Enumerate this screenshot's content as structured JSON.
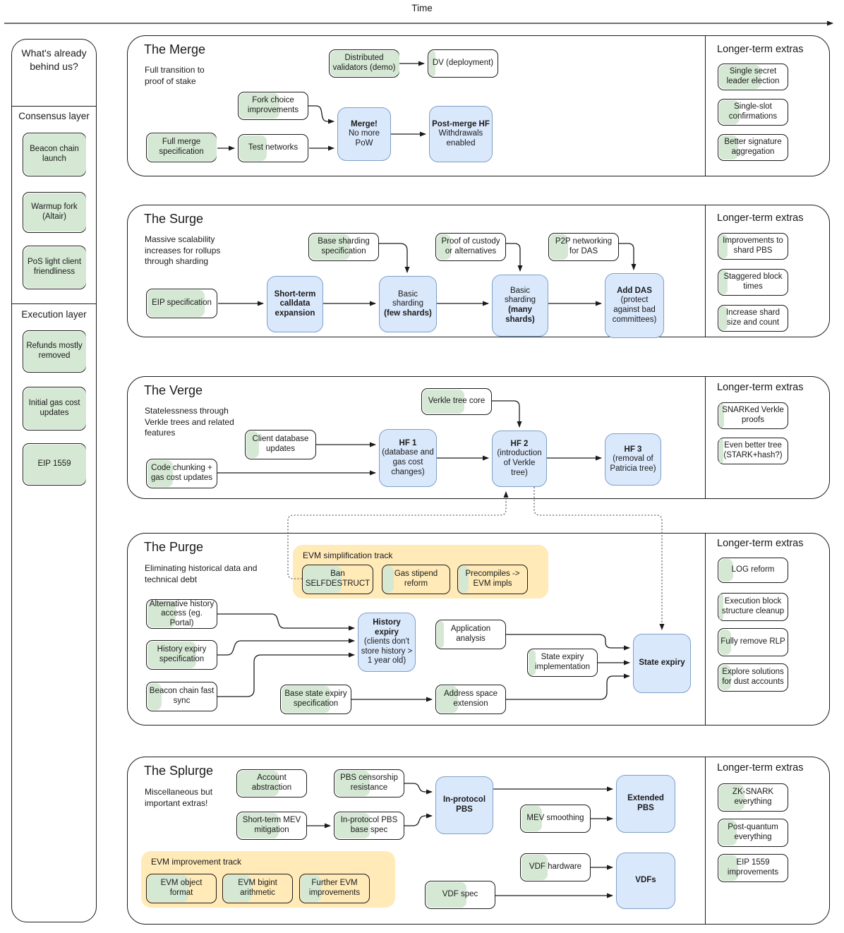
{
  "time_label": "Time",
  "colors": {
    "done_green": "#d5e8d4",
    "milestone_blue": "#dae8fc",
    "track_yellow": "#ffeab8"
  },
  "sidebar": {
    "title": "What's already behind us?",
    "groups": [
      {
        "label": "Consensus layer",
        "items": [
          {
            "label": "Beacon chain launch",
            "progress": "100%"
          },
          {
            "label": "Warmup fork (Altair)",
            "progress": "100%"
          },
          {
            "label": "PoS light client friendliness",
            "progress": "100%"
          }
        ]
      },
      {
        "label": "Execution layer",
        "items": [
          {
            "label": "Refunds mostly removed",
            "progress": "100%"
          },
          {
            "label": "Initial gas cost updates",
            "progress": "100%"
          },
          {
            "label": "EIP 1559",
            "progress": "100%"
          }
        ]
      }
    ]
  },
  "sections": {
    "merge": {
      "title": "The Merge",
      "description": "Full transition to proof of stake",
      "extras_title": "Longer-term extras",
      "nodes": {
        "distributed_validators": {
          "label": "Distributed validators (demo)",
          "progress": "100%"
        },
        "dv_deployment": {
          "label": "DV (deployment)",
          "progress": "9%"
        },
        "fork_choice": {
          "label": "Fork choice improvements",
          "progress": "58%"
        },
        "full_merge_spec": {
          "label": "Full merge specification",
          "progress": "100%"
        },
        "test_networks": {
          "label": "Test networks",
          "progress": "40%"
        },
        "merge_milestone": {
          "t1": "Merge!",
          "t2": "No more PoW"
        },
        "post_merge_hf": {
          "t1": "Post-merge HF",
          "t2": "Withdrawals enabled"
        }
      },
      "extras": [
        {
          "label": "Single secret leader election",
          "progress": "60%"
        },
        {
          "label": "Single-slot confirmations",
          "progress": "30%"
        },
        {
          "label": "Better signature aggregation",
          "progress": "28%"
        }
      ]
    },
    "surge": {
      "title": "The Surge",
      "description": "Massive scalability increases for rollups through sharding",
      "extras_title": "Longer-term extras",
      "nodes": {
        "eip_spec": {
          "label": "EIP specification",
          "progress": "82%"
        },
        "calldata": {
          "t1": "Short-term calldata expansion"
        },
        "base_sharding_spec": {
          "label": "Base sharding specification",
          "progress": "58%"
        },
        "basic_few": {
          "t2": "Basic sharding",
          "t3": "(few shards)"
        },
        "proof_custody": {
          "label": "Proof of custody or alternatives",
          "progress": "20%"
        },
        "basic_many": {
          "t2": "Basic sharding",
          "t3": "(many shards)"
        },
        "p2p_das": {
          "label": "P2P networking for DAS",
          "progress": "27%"
        },
        "add_das": {
          "t1": "Add DAS",
          "t2": "(protect against bad committees)"
        }
      },
      "extras": [
        {
          "label": "Improvements to shard PBS",
          "progress": "12%"
        },
        {
          "label": "Staggered block times",
          "progress": "12%"
        },
        {
          "label": "Increase shard size and count",
          "progress": "12%"
        }
      ]
    },
    "verge": {
      "title": "The Verge",
      "description": "Statelessness through Verkle trees and related features",
      "extras_title": "Longer-term extras",
      "nodes": {
        "verkle_core": {
          "label": "Verkle tree core",
          "progress": "60%"
        },
        "client_db": {
          "label": "Client database updates",
          "progress": "18%"
        },
        "code_chunking": {
          "label": "Code chunking + gas cost updates",
          "progress": "36%"
        },
        "hf1": {
          "t1": "HF 1",
          "t2": "(database and gas cost changes)"
        },
        "hf2": {
          "t1": "HF 2",
          "t2": "(introduction of Verkle tree)"
        },
        "hf3": {
          "t1": "HF 3",
          "t2": "(removal of Patricia tree)"
        }
      },
      "extras": [
        {
          "label": "SNARKed Verkle proofs",
          "progress": "7%"
        },
        {
          "label": "Even better tree (STARK+hash?)",
          "progress": "6%"
        }
      ]
    },
    "purge": {
      "title": "The Purge",
      "description": "Eliminating historical data and technical debt",
      "extras_title": "Longer-term extras",
      "track_label": "EVM simplification track",
      "nodes": {
        "ban_selfdestruct": {
          "label": "Ban SELFDESTRUCT",
          "progress": "55%"
        },
        "gas_stipend": {
          "label": "Gas stipend reform",
          "progress": "16%"
        },
        "precompiles": {
          "label": "Precompiles -> EVM impls",
          "progress": "14%"
        },
        "alt_history": {
          "label": "Alternative history access (eg. Portal)",
          "progress": "40%"
        },
        "history_expiry_spec": {
          "label": "History expiry specification",
          "progress": "70%"
        },
        "beacon_fast_sync": {
          "label": "Beacon chain fast sync",
          "progress": "20%"
        },
        "history_expiry": {
          "t1": "History expiry",
          "t2": "(clients don't store history > 1 year old)"
        },
        "application_analysis": {
          "label": "Application analysis",
          "progress": "10%"
        },
        "base_state_expiry": {
          "label": "Base state expiry specification",
          "progress": "70%"
        },
        "address_space": {
          "label": "Address space extension",
          "progress": "31%"
        },
        "state_expiry_impl": {
          "label": "State expiry implementation",
          "progress": "10%"
        },
        "state_expiry": {
          "t1": "State expiry"
        }
      },
      "extras": [
        {
          "label": "LOG reform",
          "progress": "20%"
        },
        {
          "label": "Execution block structure cleanup",
          "progress": "6%"
        },
        {
          "label": "Fully remove RLP",
          "progress": "17%"
        },
        {
          "label": "Explore solutions for dust accounts",
          "progress": "17%"
        }
      ]
    },
    "splurge": {
      "title": "The Splurge",
      "description": "Miscellaneous but important extras!",
      "extras_title": "Longer-term extras",
      "track_label": "EVM improvement track",
      "nodes": {
        "account_abstraction": {
          "label": "Account abstraction",
          "progress": "59%"
        },
        "pbs_censorship": {
          "label": "PBS censorship resistance",
          "progress": "50%"
        },
        "short_term_mev": {
          "label": "Short-term MEV mitigation",
          "progress": "59%"
        },
        "pbs_base_spec": {
          "label": "In-protocol PBS base spec",
          "progress": "50%"
        },
        "in_protocol_pbs": {
          "t1": "In-protocol PBS"
        },
        "mev_smoothing": {
          "label": "MEV smoothing",
          "progress": "30%"
        },
        "extended_pbs": {
          "t1": "Extended PBS"
        },
        "evm_object": {
          "label": "EVM object format",
          "progress": "59%"
        },
        "evm_bigint": {
          "label": "EVM bigint arithmetic",
          "progress": "40%"
        },
        "further_evm": {
          "label": "Further EVM improvements",
          "progress": "30%"
        },
        "vdf_spec": {
          "label": "VDF spec",
          "progress": "58%"
        },
        "vdf_hardware": {
          "label": "VDF hardware",
          "progress": "38%"
        },
        "vdfs": {
          "t1": "VDFs"
        }
      },
      "extras": [
        {
          "label": "ZK-SNARK everything",
          "progress": "37%"
        },
        {
          "label": "Post-quantum everything",
          "progress": "26%"
        },
        {
          "label": "EIP 1559 improvements",
          "progress": "28%"
        }
      ]
    }
  }
}
